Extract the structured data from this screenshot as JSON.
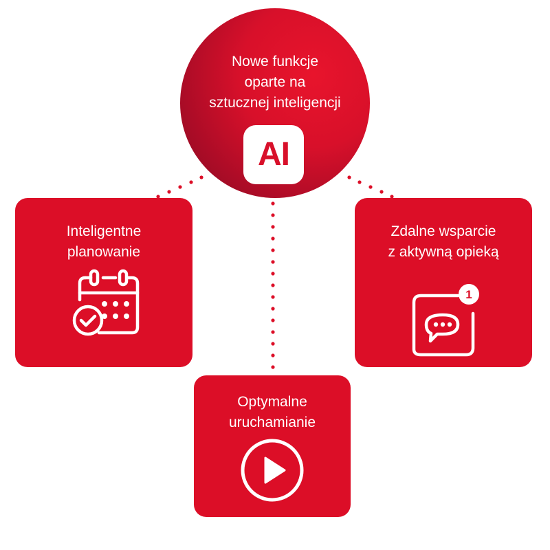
{
  "hub": {
    "title_lines": [
      "Nowe funkcje",
      "oparte na",
      "sztucznej inteligencji"
    ],
    "badge": "AI"
  },
  "cards": {
    "left": {
      "title_lines": [
        "Inteligentne",
        "planowanie"
      ]
    },
    "right": {
      "title_lines": [
        "Zdalne wsparcie",
        "z aktywną opieką"
      ],
      "notification_count": "1"
    },
    "bottom": {
      "title_lines": [
        "Optymalne",
        "uruchamianie"
      ]
    }
  },
  "colors": {
    "brand_red": "#dc0e27",
    "hub_dark": "#8a0a24",
    "white": "#ffffff"
  },
  "icons": {
    "left": "calendar-check-icon",
    "right": "chat-notification-icon",
    "bottom": "play-icon"
  }
}
